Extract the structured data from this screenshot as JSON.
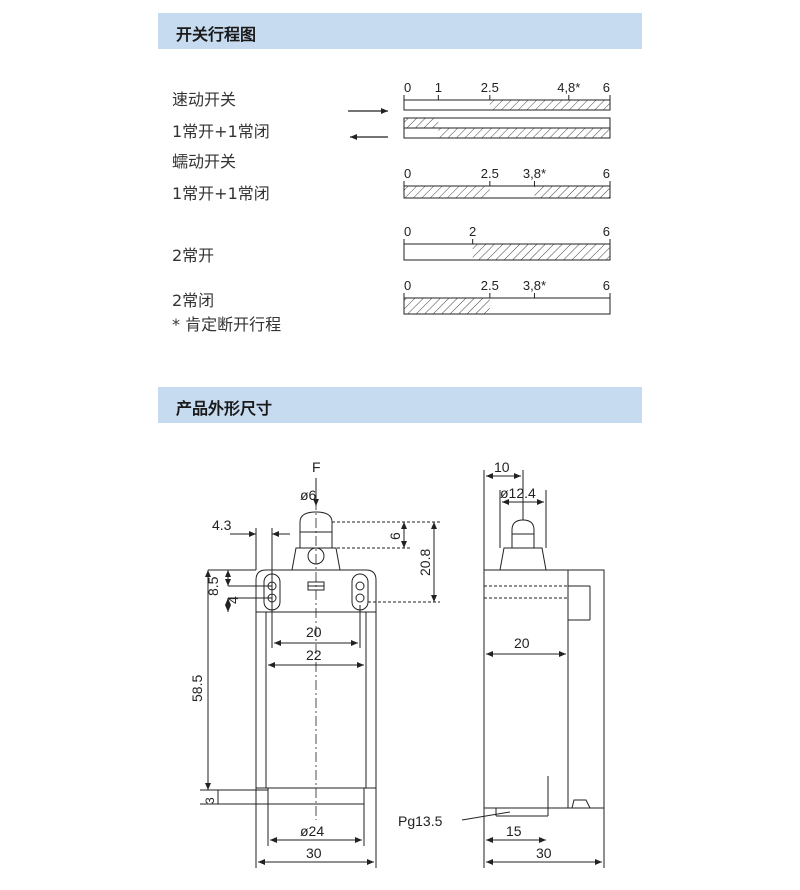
{
  "sections": {
    "travel_title": "开关行程图",
    "dimension_title": "产品外形尺寸"
  },
  "labels": {
    "snap_action": "速动开关",
    "snap_contacts": "1常开+1常闭",
    "slow_action": "蠕动开关",
    "slow_contacts": "1常开+1常闭",
    "two_no": "2常开",
    "two_nc": "2常闭",
    "footnote": "* 肯定断开行程"
  },
  "travel_diagrams": [
    {
      "ticks": [
        {
          "v": 0,
          "t": "0"
        },
        {
          "v": 1,
          "t": "1"
        },
        {
          "v": 2.5,
          "t": "2.5"
        },
        {
          "v": 4.8,
          "t": "4,8*"
        },
        {
          "v": 6,
          "t": "6"
        }
      ],
      "rows": [
        {
          "hatch": [
            [
              2.5,
              6
            ]
          ]
        },
        {
          "hatch": [
            [
              0,
              1
            ]
          ]
        },
        {
          "hatch": [
            [
              1,
              6
            ]
          ]
        }
      ]
    },
    {
      "ticks": [
        {
          "v": 0,
          "t": "0"
        },
        {
          "v": 2.5,
          "t": "2.5"
        },
        {
          "v": 3.8,
          "t": "3,8*"
        },
        {
          "v": 6,
          "t": "6"
        }
      ],
      "rows": [
        {
          "hatch": [
            [
              0,
              2.5
            ],
            [
              3.8,
              6
            ]
          ]
        }
      ]
    },
    {
      "ticks": [
        {
          "v": 0,
          "t": "0"
        },
        {
          "v": 2,
          "t": "2"
        },
        {
          "v": 6,
          "t": "6"
        }
      ],
      "rows": [
        {
          "hatch": [
            [
              2,
              6
            ]
          ]
        }
      ]
    },
    {
      "ticks": [
        {
          "v": 0,
          "t": "0"
        },
        {
          "v": 2.5,
          "t": "2.5"
        },
        {
          "v": 3.8,
          "t": "3,8*"
        },
        {
          "v": 6,
          "t": "6"
        }
      ],
      "rows": [
        {
          "hatch": [
            [
              0,
              2.5
            ]
          ]
        }
      ]
    }
  ],
  "dimensions": {
    "force": "F",
    "plunger_dia": "ø6",
    "offset_43": "4.3",
    "d6": "6",
    "d208": "20.8",
    "d85": "8.5",
    "d4": "4",
    "hole_spacing": "20",
    "inner_width": "22",
    "height": "58.5",
    "d3": "3",
    "base_dia": "ø24",
    "width": "30",
    "side_10": "10",
    "side_dia": "ø12.4",
    "side_20": "20",
    "conduit": "Pg13.5",
    "side_15": "15",
    "side_30": "30"
  }
}
